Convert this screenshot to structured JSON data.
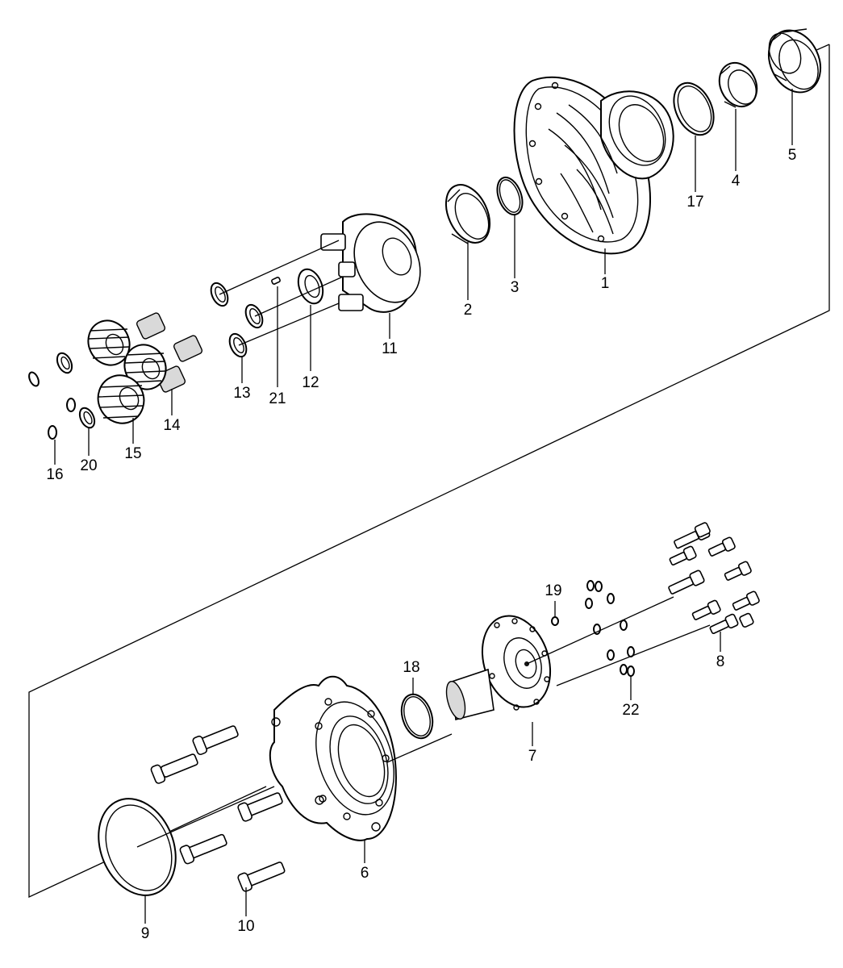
{
  "callouts": {
    "c1": "1",
    "c2": "2",
    "c3": "3",
    "c4": "4",
    "c5": "5",
    "c6": "6",
    "c7": "7",
    "c8": "8",
    "c9": "9",
    "c10": "10",
    "c11": "11",
    "c12": "12",
    "c13": "13",
    "c14": "14",
    "c15": "15",
    "c16": "16",
    "c17": "17",
    "c18": "18",
    "c19": "19",
    "c20": "20",
    "c21": "21",
    "c22": "22"
  },
  "colors": {
    "ink": "#000000",
    "paper": "#ffffff"
  }
}
